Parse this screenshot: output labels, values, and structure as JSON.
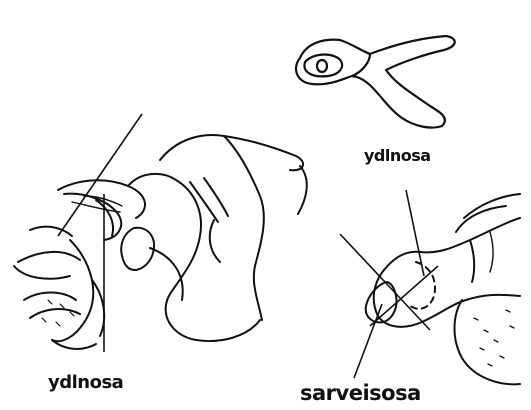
{
  "labels": {
    "tool": "ydlnosa",
    "hand": "ydlnosa",
    "toe": "sarveisosa"
  },
  "colors": {
    "ink": "#111111",
    "paper": "#ffffff"
  }
}
